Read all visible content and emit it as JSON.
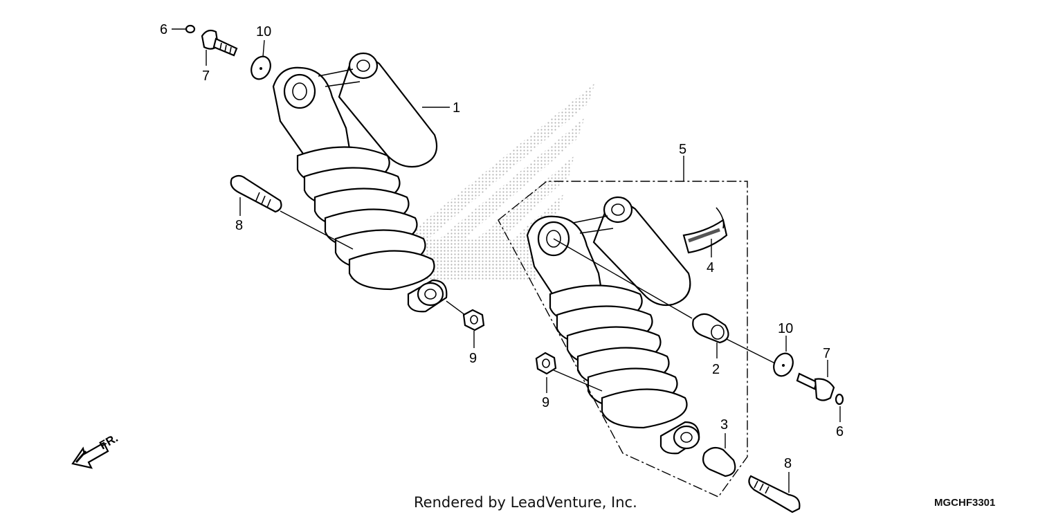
{
  "callouts": {
    "c1": "1",
    "c2": "2",
    "c3": "3",
    "c4": "4",
    "c5": "5",
    "c6a": "6",
    "c6b": "6",
    "c7a": "7",
    "c7b": "7",
    "c8a": "8",
    "c8b": "8",
    "c9a": "9",
    "c9b": "9",
    "c10a": "10",
    "c10b": "10"
  },
  "footer": {
    "credit": "Rendered by LeadVenture, Inc.",
    "diagram_code": "MGCHF3301",
    "direction_label": "FR."
  },
  "colors": {
    "line": "#000000",
    "watermark": "#c8c8c8",
    "background": "#ffffff"
  }
}
